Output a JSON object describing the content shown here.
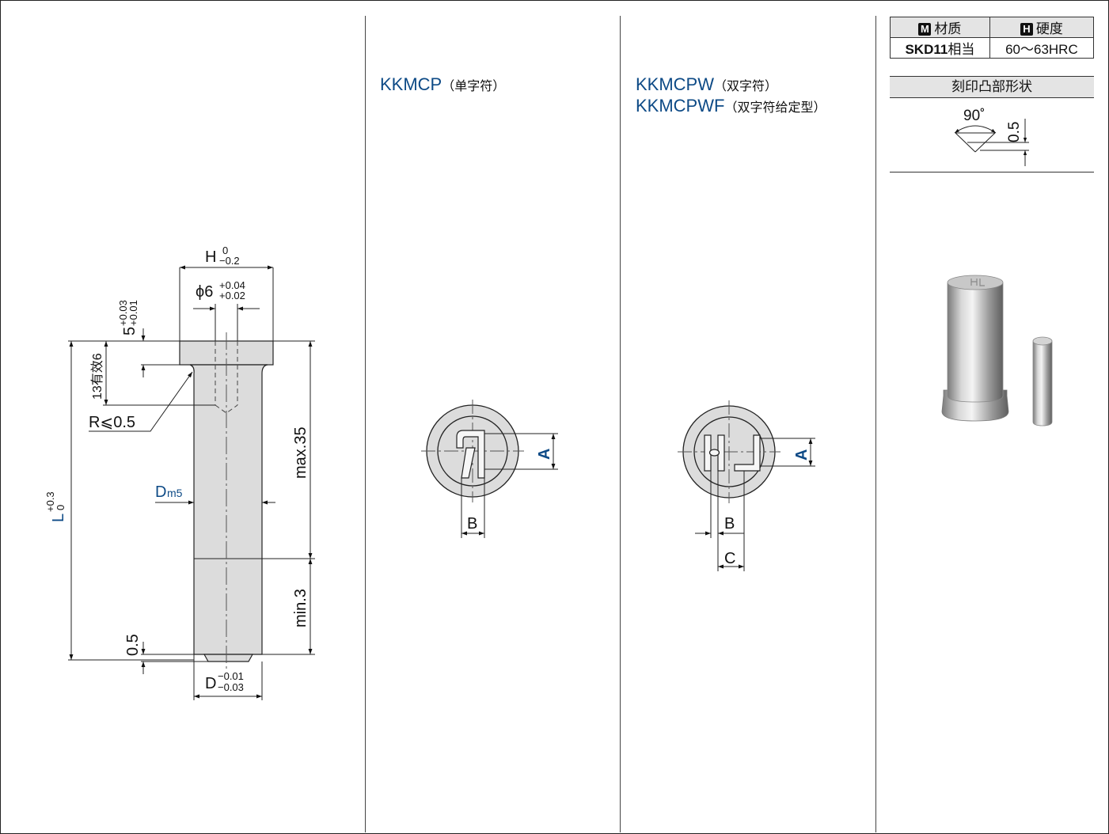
{
  "main_drawing": {
    "head_width_label": "H",
    "head_width_tol_upper": "0",
    "head_width_tol_lower": "−0.2",
    "bore_label": "ϕ6",
    "bore_tol_upper": "+0.04",
    "bore_tol_lower": "+0.02",
    "head_height_label": "5",
    "head_height_tol_upper": "+0.03",
    "head_height_tol_lower": "+0.01",
    "bore_depth_label": "13有效6",
    "fillet_label": "R⩽0.5",
    "diameter_label": "D",
    "diameter_fit": "m5",
    "length_label": "L",
    "length_tol_upper": "+0.3",
    "length_tol_lower": "0",
    "max_label": "max.35",
    "min_label": "min.3",
    "chamfer_label": "0.5",
    "tip_label": "D",
    "tip_tol_upper": "−0.01",
    "tip_tol_lower": "−0.03"
  },
  "single_char": {
    "model": "KKMCP",
    "model_note": "（单字符）",
    "dim_a": "A",
    "dim_b": "B"
  },
  "double_char": {
    "model_line1": "KKMCPW",
    "model_line1_note": "（双字符）",
    "model_line2": "KKMCPWF",
    "model_line2_note": "（双字符给定型）",
    "dim_a": "A",
    "dim_b": "B",
    "dim_c": "C"
  },
  "spec": {
    "material_badge": "M",
    "material_header": "材质",
    "hardness_badge": "H",
    "hardness_header": "硬度",
    "material_value_bold": "SKD11",
    "material_value_suffix": "相当",
    "hardness_value": "60～63HRC"
  },
  "shape": {
    "title": "刻印凸部形状",
    "angle": "90˚",
    "height": "0.5"
  },
  "colors": {
    "blue_accent": "#0d4a86",
    "header_gray": "#e4e4e4",
    "part_fill": "#dcdcdc"
  }
}
